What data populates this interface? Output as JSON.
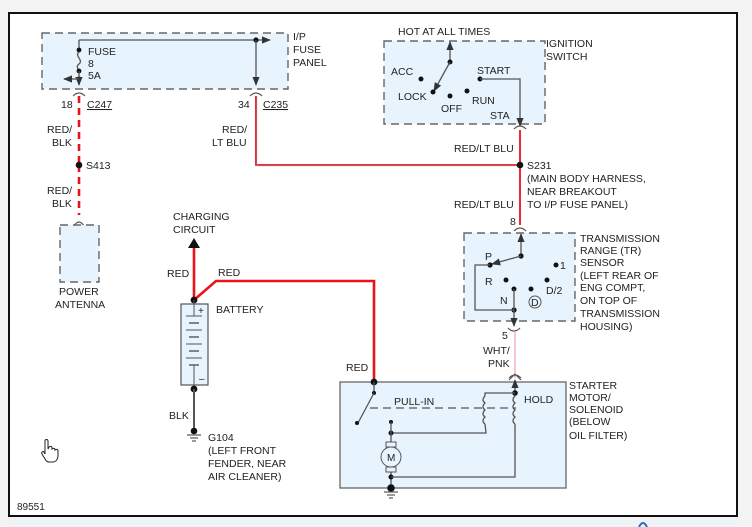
{
  "diagram": {
    "figure_id": "89551",
    "components": {
      "fuse_panel": {
        "name_lines": [
          "I/P",
          "FUSE",
          "PANEL"
        ],
        "fuse_lines": [
          "FUSE",
          "8",
          "5A"
        ]
      },
      "ignition_switch": {
        "name_lines": [
          "IGNITION",
          "SWITCH"
        ],
        "hot_label": "HOT AT ALL TIMES",
        "positions": [
          "ACC",
          "LOCK",
          "OFF",
          "RUN",
          "START"
        ],
        "output_label": "STA"
      },
      "power_antenna": {
        "name_lines": [
          "POWER",
          "ANTENNA"
        ]
      },
      "charging_circuit": {
        "name_lines": [
          "CHARGING",
          "CIRCUIT"
        ]
      },
      "battery": {
        "name": "BATTERY",
        "plus": "+",
        "minus": "–"
      },
      "ground_g104": {
        "lines": [
          "G104",
          "(LEFT FRONT",
          "FENDER, NEAR",
          "AIR CLEANER)"
        ]
      },
      "splice_s413": {
        "name": "S413"
      },
      "splice_s231": {
        "lines": [
          "S231",
          "(MAIN BODY HARNESS,",
          "NEAR BREAKOUT",
          "TO I/P FUSE PANEL)"
        ]
      },
      "tr_sensor": {
        "name_lines": [
          "TRANSMISSION",
          "RANGE (TR)",
          "SENSOR",
          "(LEFT REAR OF",
          "ENG COMPT,",
          "ON TOP OF",
          "TRANSMISSION",
          "HOUSING)"
        ],
        "positions": [
          "P",
          "R",
          "N",
          "D/2",
          "1"
        ],
        "circle_label": "D",
        "pin_in": "8",
        "pin_out": "5"
      },
      "starter": {
        "name_lines": [
          "STARTER",
          "MOTOR/",
          "SOLENOID",
          "(BELOW",
          "OIL FILTER)"
        ],
        "pull_in": "PULL-IN",
        "hold": "HOLD",
        "motor": "M"
      }
    },
    "connectors": {
      "c247": {
        "name": "C247",
        "pin": "18"
      },
      "c235": {
        "name": "C235",
        "pin": "34"
      }
    },
    "wires": {
      "red_blk_upper": [
        "RED/",
        "BLK"
      ],
      "red_blk_lower": [
        "RED/",
        "BLK"
      ],
      "red_ltblu_left": [
        "RED/",
        "LT BLU"
      ],
      "red_ltblu_ign": "RED/LT BLU",
      "red_ltblu_tr": "RED/LT BLU",
      "red_charging": "RED",
      "red_starter_top": "RED",
      "red_starter_drop": "RED",
      "blk_ground": "BLK",
      "wht_pnk": [
        "WHT/",
        "PNK"
      ]
    },
    "colors": {
      "wire_red": "#e8141b",
      "wire_pink": "#f3a6b3",
      "wire_black": "#555555",
      "component_fill": "#e8f4fd",
      "dash_border": "#666666"
    }
  }
}
